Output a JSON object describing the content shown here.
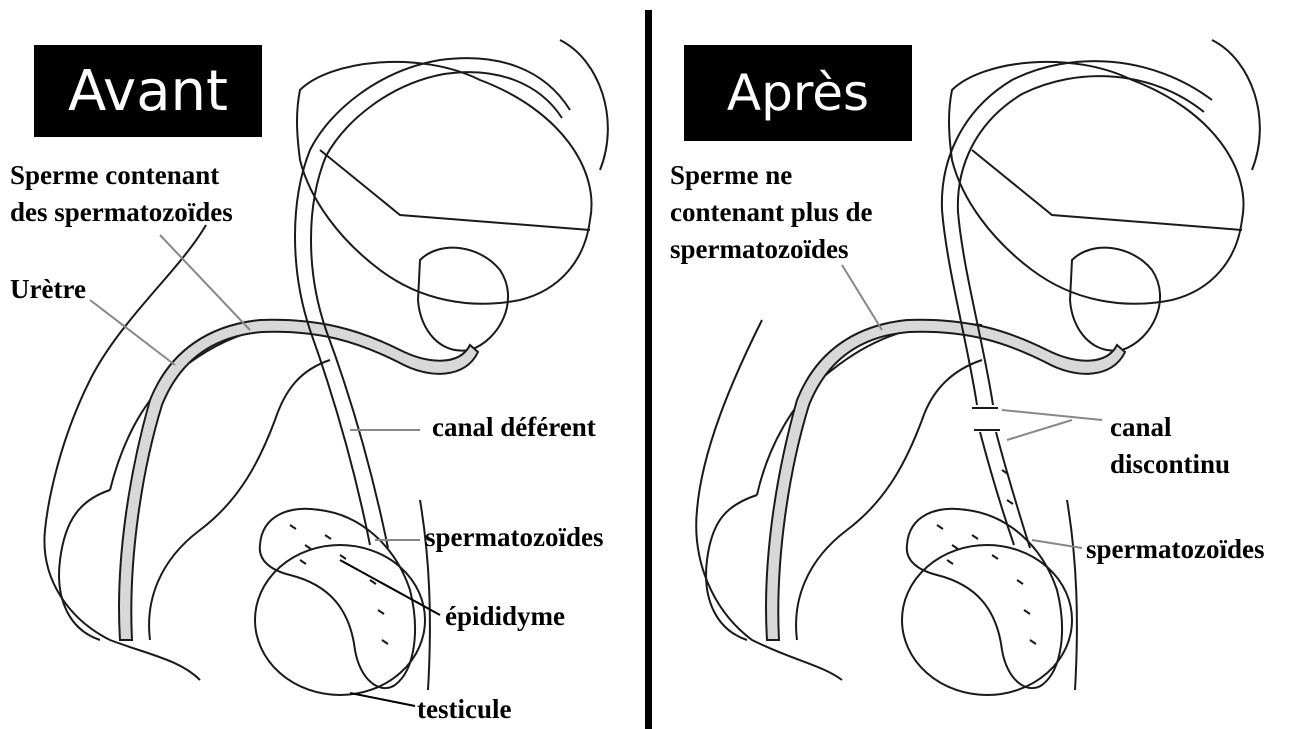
{
  "before": {
    "badge": "Avant",
    "labels": {
      "sperm_line1": "Sperme contenant",
      "sperm_line2": "des spermatozoïdes",
      "uretre": "Urètre",
      "canal_deferent": "canal déférent",
      "spermatozoides": "spermatozoïdes",
      "epididyme": "épididyme",
      "testicule": "testicule"
    }
  },
  "after": {
    "badge": "Après",
    "labels": {
      "sperm_line1": "Sperme ne",
      "sperm_line2": "contenant plus de",
      "sperm_line3": "spermatozoïdes",
      "canal_line1": "canal",
      "canal_line2": "discontinu",
      "spermatozoides": "spermatozoïdes"
    }
  },
  "colors": {
    "background": "#ffffff",
    "badge": "#000000",
    "divider": "#000000"
  }
}
